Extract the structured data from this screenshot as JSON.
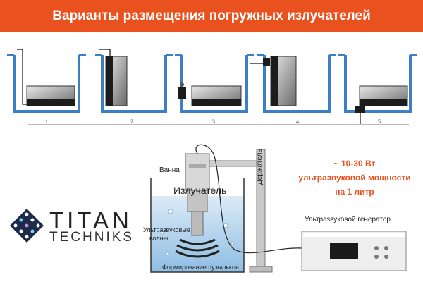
{
  "title": "Варианты размещения погружных излучателей",
  "variants": [
    "1",
    "2",
    "3",
    "4",
    "5"
  ],
  "labels": {
    "bath": "Ванна",
    "emitter": "Излучатель",
    "holder": "Держатель",
    "waves_line1": "Ультразвуковые",
    "waves_line2": "волны",
    "bubbles": "Формирование пузырьков",
    "generator": "Ультразвуковой генератор"
  },
  "power": {
    "line1": "~ 10-30 Вт",
    "line2": "ультразвуковой мощности",
    "line3": "на 1 литр"
  },
  "logo": {
    "word1": "TITAN",
    "word2": "TECHNIKS"
  },
  "colors": {
    "accent": "#e9511f",
    "tank_blue": "#3b7fc4",
    "water": "#bcd7ec"
  }
}
